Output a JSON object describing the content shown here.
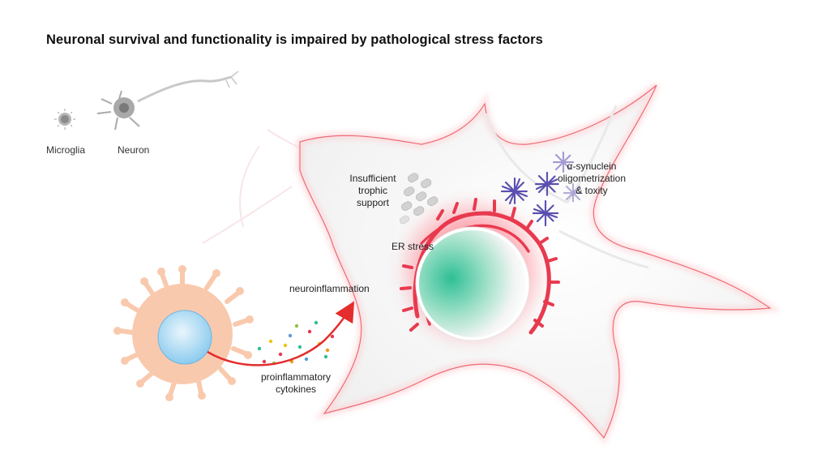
{
  "title": "Neuronal survival and functionality is impaired by pathological stress factors",
  "legend": {
    "microglia_label": "Microglia",
    "neuron_label": "Neuron"
  },
  "labels": {
    "trophic_line1": "Insufficient",
    "trophic_line2": "trophic",
    "trophic_line3": "support",
    "synuclein_line1": "α-synuclein",
    "synuclein_line2": "oligometrization",
    "synuclein_line3": "& toxity",
    "er_stress": "ER stress",
    "neuroinflammation": "neuroinflammation",
    "cytokines_line1": "proinflammatory",
    "cytokines_line2": "cytokines"
  },
  "colors": {
    "neuron_membrane": "#e8414e",
    "er": "#e83a4f",
    "nucleus": "#2fbf95",
    "microglia_body": "#f9c9ae",
    "microglia_nucleus": "#9fd3f0",
    "arrow": "#e42d2d",
    "synuclein": "#5b4fb0",
    "neuron_icon": "#8a8a8a"
  }
}
